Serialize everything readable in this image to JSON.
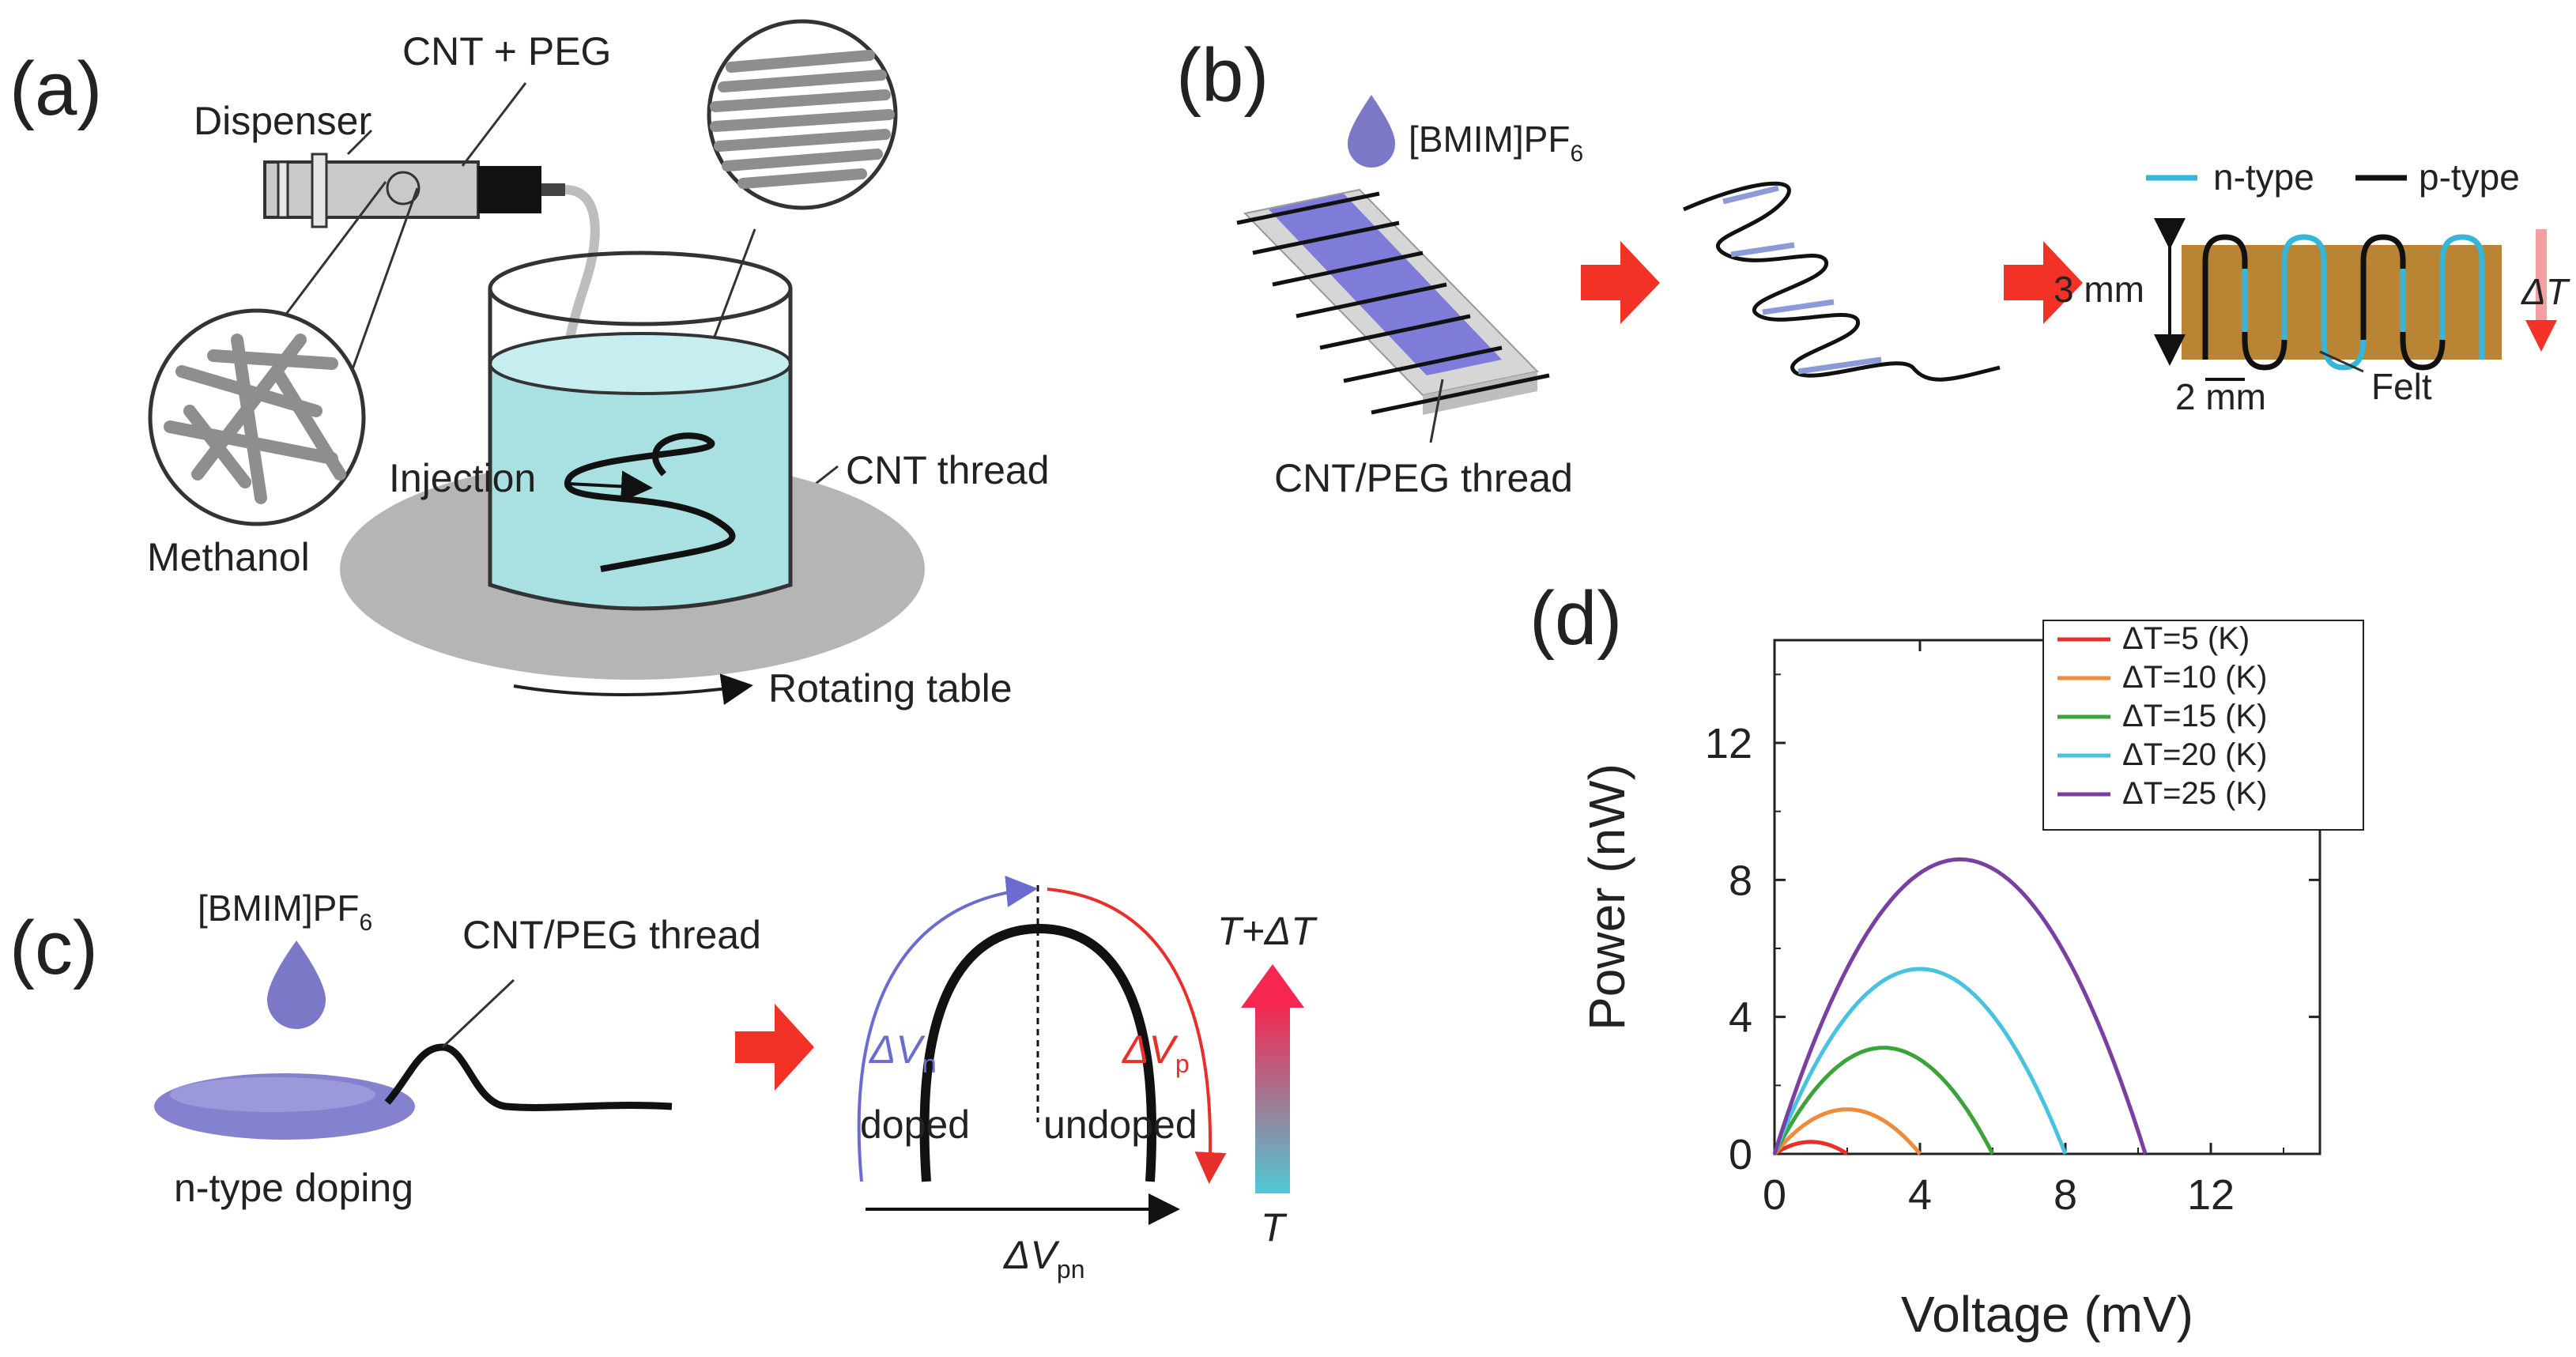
{
  "panels": {
    "a": {
      "letter": "(a)",
      "cnt_peg": "CNT + PEG",
      "dispenser": "Dispenser",
      "injection": "Injection",
      "cnt_thread": "CNT thread",
      "methanol": "Methanol",
      "rotating_table": "Rotating table"
    },
    "b": {
      "letter": "(b)",
      "ionic_liquid": "[BMIM]PF",
      "ionic_sub": "6",
      "thread": "CNT/PEG thread",
      "n_type": "n-type",
      "p_type": "p-type",
      "height": "3 mm",
      "width": "2 mm",
      "felt": "Felt",
      "delta_t": "ΔT",
      "colors": {
        "n_type": "#36b6d9",
        "p_type": "#111111",
        "felt": "#b98433",
        "doping": "#7b78c8",
        "arrow": "#f23127"
      }
    },
    "c": {
      "letter": "(c)",
      "ionic_liquid": "[BMIM]PF",
      "ionic_sub": "6",
      "thread": "CNT/PEG thread",
      "n_doping": "n-type doping",
      "dvn": "ΔV",
      "dvn_sub": "n",
      "dvp": "ΔV",
      "dvp_sub": "p",
      "doped": "doped",
      "undoped": "undoped",
      "dvpn": "ΔV",
      "dvpn_sub": "pn",
      "t_top": "T+ΔT",
      "t_bottom": "T"
    },
    "d": {
      "letter": "(d)"
    }
  },
  "chart_data": {
    "type": "line",
    "xlabel": "Voltage (mV)",
    "ylabel": "Power (nW)",
    "xlim": [
      0,
      15
    ],
    "ylim": [
      0,
      15
    ],
    "xticks": [
      0,
      4,
      8,
      12
    ],
    "yticks": [
      0,
      4,
      8,
      12
    ],
    "legend_position": "top-right",
    "series": [
      {
        "name": "ΔT=5 (K)",
        "color": "#e8302a",
        "voc": 2.0,
        "pmax": 0.35
      },
      {
        "name": "ΔT=10 (K)",
        "color": "#f08a3c",
        "voc": 4.0,
        "pmax": 1.3
      },
      {
        "name": "ΔT=15 (K)",
        "color": "#3aa43a",
        "voc": 6.0,
        "pmax": 3.1
      },
      {
        "name": "ΔT=20 (K)",
        "color": "#49c2e0",
        "voc": 8.0,
        "pmax": 5.4
      },
      {
        "name": "ΔT=25 (K)",
        "color": "#7a3fa0",
        "voc": 10.2,
        "pmax": 8.6
      }
    ]
  }
}
